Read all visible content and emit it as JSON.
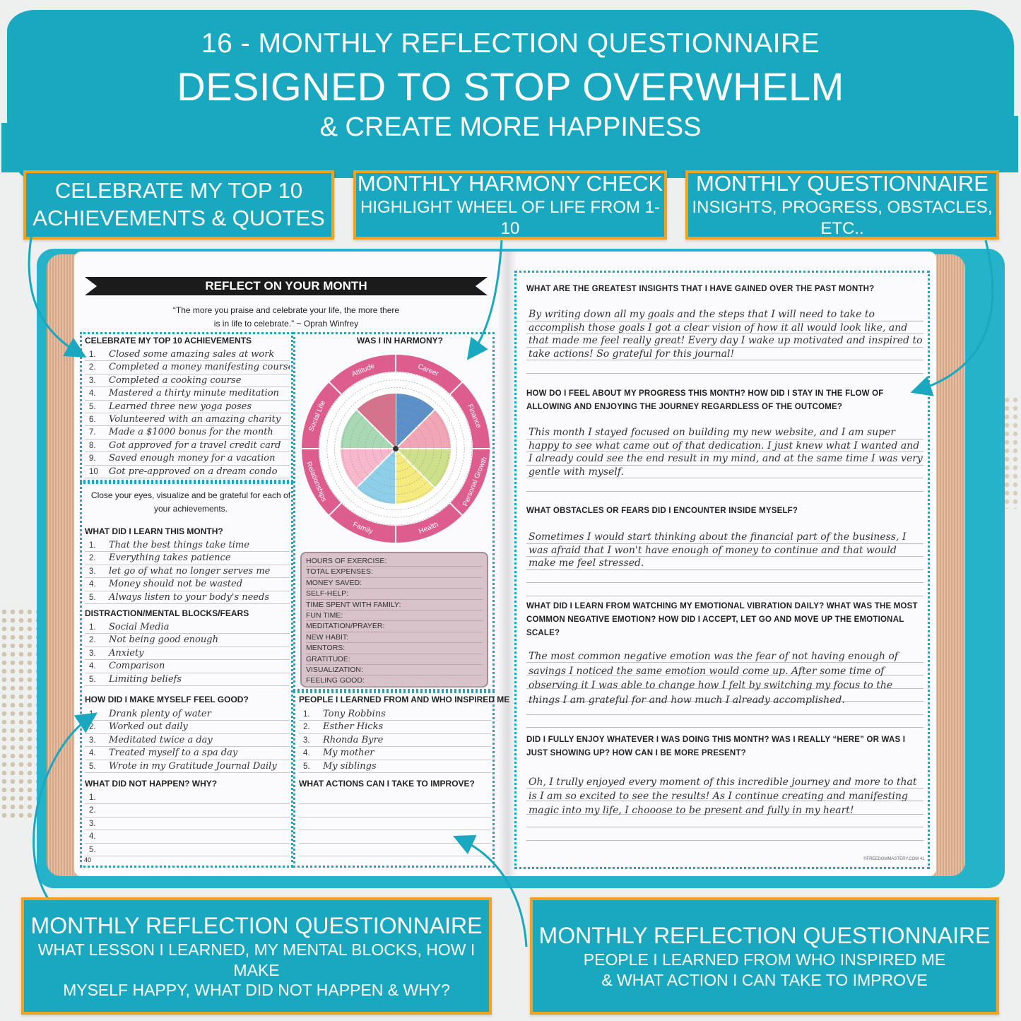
{
  "header": {
    "line1": "16 - MONTHLY REFLECTION QUESTIONNAIRE",
    "line2": "DESIGNED TO STOP OVERWHELM",
    "line3": "& CREATE MORE HAPPINESS"
  },
  "callouts": {
    "top_left": {
      "title": "CELEBRATE MY TOP 10",
      "sub": "ACHIEVEMENTS & QUOTES"
    },
    "top_mid": {
      "title": "MONTHLY HARMONY CHECK",
      "sub": "HIGHLIGHT WHEEL OF LIFE FROM 1-10"
    },
    "top_right": {
      "title": "MONTHLY QUESTIONNAIRE",
      "sub": "INSIGHTS, PROGRESS, OBSTACLES, ETC.."
    },
    "bottom_left": {
      "title": "MONTHLY REFLECTION QUESTIONNAIRE",
      "sub1": "WHAT LESSON I LEARNED, MY MENTAL BLOCKS, HOW I MAKE",
      "sub2": "MYSELF HAPPY, WHAT DID NOT HAPPEN & WHY?"
    },
    "bottom_right": {
      "title": "MONTHLY REFLECTION QUESTIONNAIRE",
      "sub1": "PEOPLE I LEARNED FROM WHO INSPIRED ME",
      "sub2": "& WHAT ACTION I CAN TAKE TO IMPROVE"
    }
  },
  "left_page": {
    "banner": "REFLECT ON YOUR MONTH",
    "quote_line1": "“The more you praise and celebrate your life, the more there",
    "quote_line2": "is in life to celebrate.” ~ Oprah Winfrey",
    "achievements_heading": "CELEBRATE MY TOP 10 ACHIEVEMENTS",
    "achievements": [
      {
        "n": "1.",
        "t": "Closed some amazing sales at work"
      },
      {
        "n": "2.",
        "t": "Completed a money manifesting course"
      },
      {
        "n": "3.",
        "t": "Completed a cooking course"
      },
      {
        "n": "4.",
        "t": "Mastered a thirty minute meditation"
      },
      {
        "n": "5.",
        "t": "Learned three new yoga poses"
      },
      {
        "n": "6.",
        "t": "Volunteered with an amazing charity"
      },
      {
        "n": "7.",
        "t": "Made a $1000 bonus for the month"
      },
      {
        "n": "8.",
        "t": "Got approved for a travel credit card"
      },
      {
        "n": "9.",
        "t": "Saved enough money for a vacation"
      },
      {
        "n": "10",
        "t": "Got pre-approved on a dream condo"
      }
    ],
    "close_eyes_1": "Close your eyes, visualize and be grateful for each of",
    "close_eyes_2": "your achievements.",
    "learn_heading": "WHAT DID I LEARN THIS MONTH?",
    "learn": [
      {
        "n": "1.",
        "t": "That the best things take time"
      },
      {
        "n": "2.",
        "t": "Everything takes patience"
      },
      {
        "n": "3.",
        "t": "let go of what no longer serves me"
      },
      {
        "n": "4.",
        "t": "Money should not be wasted"
      },
      {
        "n": "5.",
        "t": "Always listen to your body's needs"
      }
    ],
    "blocks_heading": "DISTRACTION/MENTAL BLOCKS/FEARS",
    "blocks": [
      {
        "n": "1.",
        "t": "Social Media"
      },
      {
        "n": "2.",
        "t": "Not being good enough"
      },
      {
        "n": "3.",
        "t": "Anxiety"
      },
      {
        "n": "4.",
        "t": "Comparison"
      },
      {
        "n": "5.",
        "t": "Limiting beliefs"
      }
    ],
    "feel_good_heading": "HOW DID I MAKE MYSELF FEEL GOOD?",
    "feel_good": [
      {
        "n": "1.",
        "t": "Drank plenty of water"
      },
      {
        "n": "2.",
        "t": "Worked out daily"
      },
      {
        "n": "3.",
        "t": "Meditated twice a day"
      },
      {
        "n": "4.",
        "t": "Treated myself to a spa day"
      },
      {
        "n": "5.",
        "t": "Wrote in my Gratitude Journal Daily"
      }
    ],
    "not_happen_heading": "WHAT DID NOT HAPPEN?  WHY?",
    "not_happen": [
      {
        "n": "1.",
        "t": ""
      },
      {
        "n": "2.",
        "t": ""
      },
      {
        "n": "3.",
        "t": ""
      },
      {
        "n": "4.",
        "t": ""
      },
      {
        "n": "5.",
        "t": ""
      }
    ],
    "harmony_heading": "WAS I IN HARMONY?",
    "wheel_labels": [
      "Career",
      "Finance",
      "Personal Growth",
      "Health",
      "Family",
      "Relationships",
      "Social Life",
      "Attitude"
    ],
    "wheel_colors": [
      "#5b8fc9",
      "#f2a5b4",
      "#cfe08b",
      "#f4ea7e",
      "#8dcfe8",
      "#f7b7cd",
      "#a9d9b3",
      "#d6738a"
    ],
    "stats": [
      "HOURS OF EXERCISE:",
      "TOTAL EXPENSES:",
      "MONEY SAVED:",
      "SELF-HELP:",
      "TIME SPENT WITH FAMILY:",
      "FUN TIME:",
      "MEDITATION/PRAYER:",
      "NEW HABIT:",
      "MENTORS:",
      "GRATITUDE:",
      "VISUALIZATION:",
      "FEELING GOOD:"
    ],
    "people_heading": "PEOPLE I LEARNED FROM AND WHO INSPIRED ME",
    "people": [
      {
        "n": "1.",
        "t": "Tony Robbins"
      },
      {
        "n": "2.",
        "t": "Esther Hicks"
      },
      {
        "n": "3.",
        "t": "Rhonda Byre"
      },
      {
        "n": "4.",
        "t": "My mother"
      },
      {
        "n": "5.",
        "t": "My siblings"
      }
    ],
    "actions_heading": "WHAT ACTIONS CAN I TAKE TO IMPROVE?",
    "page_number": "40"
  },
  "right_page": {
    "q1": "WHAT ARE THE GREATEST INSIGHTS THAT I HAVE GAINED OVER THE PAST MONTH?",
    "a1": "By writing down all my goals and the steps that I will need to take to accomplish those goals I got a clear vision of how it all would look like, and that made me feel really great! Every day I wake up motivated and inspired to take actions! So grateful for this journal!",
    "q2": "HOW DO I FEEL ABOUT MY PROGRESS THIS MONTH? HOW DID I STAY IN THE FLOW OF ALLOWING AND ENJOYING THE JOURNEY REGARDLESS OF THE OUTCOME?",
    "a2": "This month I stayed focused on building my new website, and I am super happy to see what came out of that dedication. I just knew what I wanted and I already could see the end result in my mind, and at the same time I was very gentle with myself.",
    "q3": "WHAT OBSTACLES OR FEARS DID I ENCOUNTER INSIDE MYSELF?",
    "a3": "Sometimes I would start thinking about the financial part of the business, I was afraid that I won't have enough of money to continue and that would make me feel stressed.",
    "q4": "WHAT DID I LEARN FROM WATCHING MY EMOTIONAL VIBRATION DAILY? WHAT WAS THE MOST COMMON NEGATIVE EMOTION? HOW DID I ACCEPT, LET GO AND MOVE UP THE EMOTIONAL SCALE?",
    "a4": "The most common negative emotion was the fear of not having enough of savings I noticed the same emotion would come up. After some time of observing it I was able to change how I felt by switching my focus to the things I am grateful for and how much I already accomplished.",
    "q5": "DID I FULLY ENJOY WHATEVER I WAS DOING THIS MONTH? WAS I REALLY “HERE” OR WAS I JUST SHOWING UP? HOW CAN I BE MORE PRESENT?",
    "a5": "Oh, I trully enjoyed every moment of this incredible journey and more to that is I am so excited to see the results! As I continue creating and manifesting magic into my life, I chooose to be present and fully in my heart!",
    "footer": "©FREEDOMMASTERY.COM  41"
  }
}
